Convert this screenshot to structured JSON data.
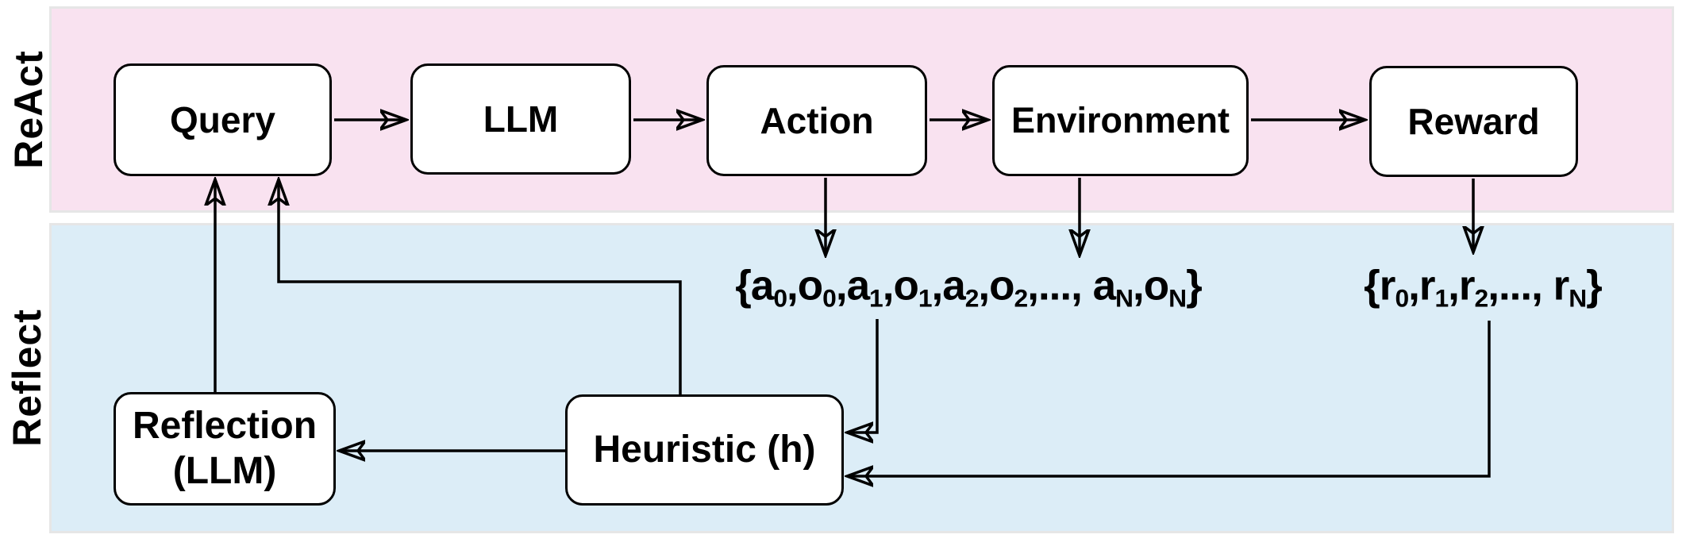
{
  "colors": {
    "react_band": "#f9e2f0",
    "reflect_band": "#dcedf7",
    "band_border": "#e6e6e6",
    "node_fill": "#ffffff",
    "node_border": "#000000",
    "arrow": "#000000",
    "ink": "#000000"
  },
  "lanes": {
    "react": {
      "label": "ReAct"
    },
    "reflect": {
      "label": "Reflect"
    }
  },
  "nodes": {
    "query": {
      "label": "Query"
    },
    "llm": {
      "label": "LLM"
    },
    "action": {
      "label": "Action"
    },
    "environment": {
      "label": "Environment"
    },
    "reward": {
      "label": "Reward"
    },
    "reflection": {
      "label_line1": "Reflection",
      "label_line2": "(LLM)"
    },
    "heuristic": {
      "label": "Heuristic (h)"
    }
  },
  "annotations": {
    "trajectory": {
      "parts": [
        [
          "{a",
          false
        ],
        [
          "0",
          true
        ],
        [
          ",o",
          false
        ],
        [
          "0",
          true
        ],
        [
          ",a",
          false
        ],
        [
          "1",
          true
        ],
        [
          ",o",
          false
        ],
        [
          "1",
          true
        ],
        [
          ",a",
          false
        ],
        [
          "2",
          true
        ],
        [
          ",o",
          false
        ],
        [
          "2",
          true
        ],
        [
          ",..., a",
          false
        ],
        [
          "N",
          true
        ],
        [
          ",o",
          false
        ],
        [
          "N",
          true
        ],
        [
          "}",
          false
        ]
      ]
    },
    "rewards": {
      "parts": [
        [
          "{r",
          false
        ],
        [
          "0",
          true
        ],
        [
          ",r",
          false
        ],
        [
          "1",
          true
        ],
        [
          ",r",
          false
        ],
        [
          "2",
          true
        ],
        [
          ",..., r",
          false
        ],
        [
          "N",
          true
        ],
        [
          "}",
          false
        ]
      ]
    }
  }
}
